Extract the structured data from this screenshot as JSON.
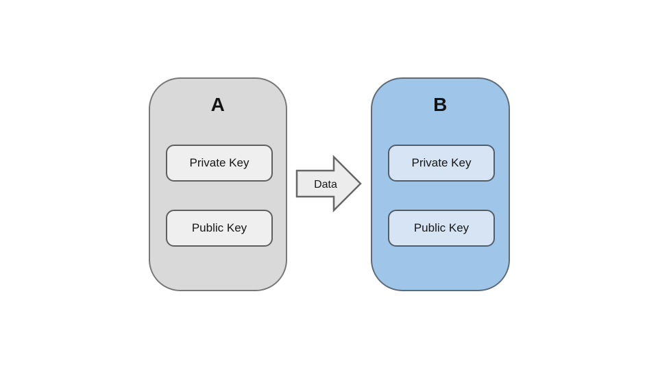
{
  "diagram": {
    "type": "key-exchange-diagram",
    "entities": [
      {
        "id": "A",
        "label": "A",
        "fill": "#d9d9d9",
        "border": "#777777",
        "box_fill": "#efefef",
        "box_border": "#5e5e5e",
        "keys": [
          {
            "label": "Private Key"
          },
          {
            "label": "Public Key"
          }
        ]
      },
      {
        "id": "B",
        "label": "B",
        "fill": "#9fc5e8",
        "border": "#5d6b78",
        "box_fill": "#d6e4f4",
        "box_border": "#505e6a",
        "keys": [
          {
            "label": "Private Key"
          },
          {
            "label": "Public Key"
          }
        ]
      }
    ],
    "arrow": {
      "label": "Data",
      "direction": "right",
      "from": "A",
      "to": "B",
      "fill": "#ececec",
      "border": "#666666"
    },
    "background": "#ffffff",
    "text_color": "#161616"
  }
}
